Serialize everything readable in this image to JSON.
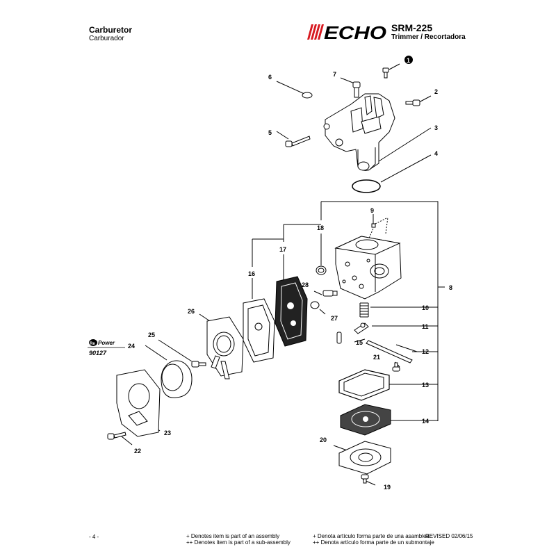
{
  "header": {
    "title": "Carburetor",
    "subtitle": "Carburador",
    "brand": "ECHO",
    "model": "SRM-225",
    "model_subtitle": "Trimmer / Recortadora"
  },
  "callouts": {
    "c1": "1",
    "c2": "2",
    "c3": "3",
    "c4": "4",
    "c5": "5",
    "c6": "6",
    "c7": "7",
    "c8": "8",
    "c9": "9",
    "c10": "10",
    "c11": "11",
    "c12": "12",
    "c13": "13",
    "c14": "14",
    "c15": "15",
    "c16": "16",
    "c17": "17",
    "c18": "18",
    "c19": "19",
    "c20": "20",
    "c21": "21",
    "c22": "22",
    "c23": "23",
    "c24": "24",
    "c25": "25",
    "c26": "26",
    "c27": "27",
    "c28": "28"
  },
  "repower": {
    "label_re": "Re",
    "label_power": "Power",
    "part_number": "90127"
  },
  "footer": {
    "page": "- 4 -",
    "note_assembly_en": "+ Denotes item is part of an assembly",
    "note_subassembly_en": "++ Denotes item is part of a sub-assembly",
    "note_assembly_es": "+ Denota artículo forma parte de una asamblea",
    "note_subassembly_es": "++ Denota artículo forma parte de un submontaje",
    "revised": "REVISED 02/06/15"
  },
  "colors": {
    "brand_red": "#d71920",
    "ink": "#000000"
  }
}
